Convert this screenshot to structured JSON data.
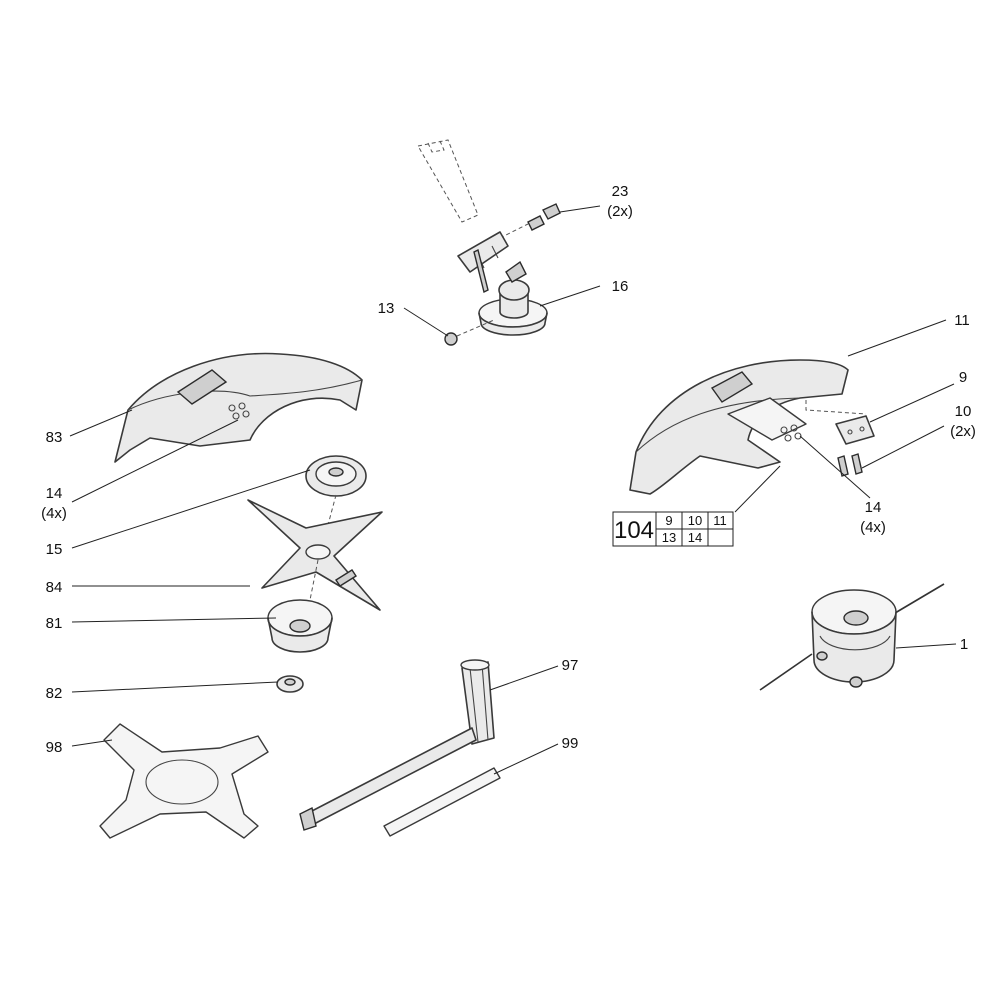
{
  "callouts": {
    "p23": {
      "number": "23",
      "qty": "(2x)"
    },
    "p16": {
      "number": "16"
    },
    "p13": {
      "number": "13"
    },
    "p11": {
      "number": "11"
    },
    "p9": {
      "number": "9"
    },
    "p10": {
      "number": "10",
      "qty": "(2x)"
    },
    "p83": {
      "number": "83"
    },
    "p14_left": {
      "number": "14",
      "qty": "(4x)"
    },
    "p14_right": {
      "number": "14",
      "qty": "(4x)"
    },
    "p15": {
      "number": "15"
    },
    "p84": {
      "number": "84"
    },
    "p81": {
      "number": "81"
    },
    "p82": {
      "number": "82"
    },
    "p98": {
      "number": "98"
    },
    "p97": {
      "number": "97"
    },
    "p99": {
      "number": "99"
    },
    "p1": {
      "number": "1"
    }
  },
  "kit_table": {
    "kit_number": "104",
    "row1": [
      "9",
      "10",
      "11"
    ],
    "row2": [
      "13",
      "14",
      ""
    ]
  }
}
